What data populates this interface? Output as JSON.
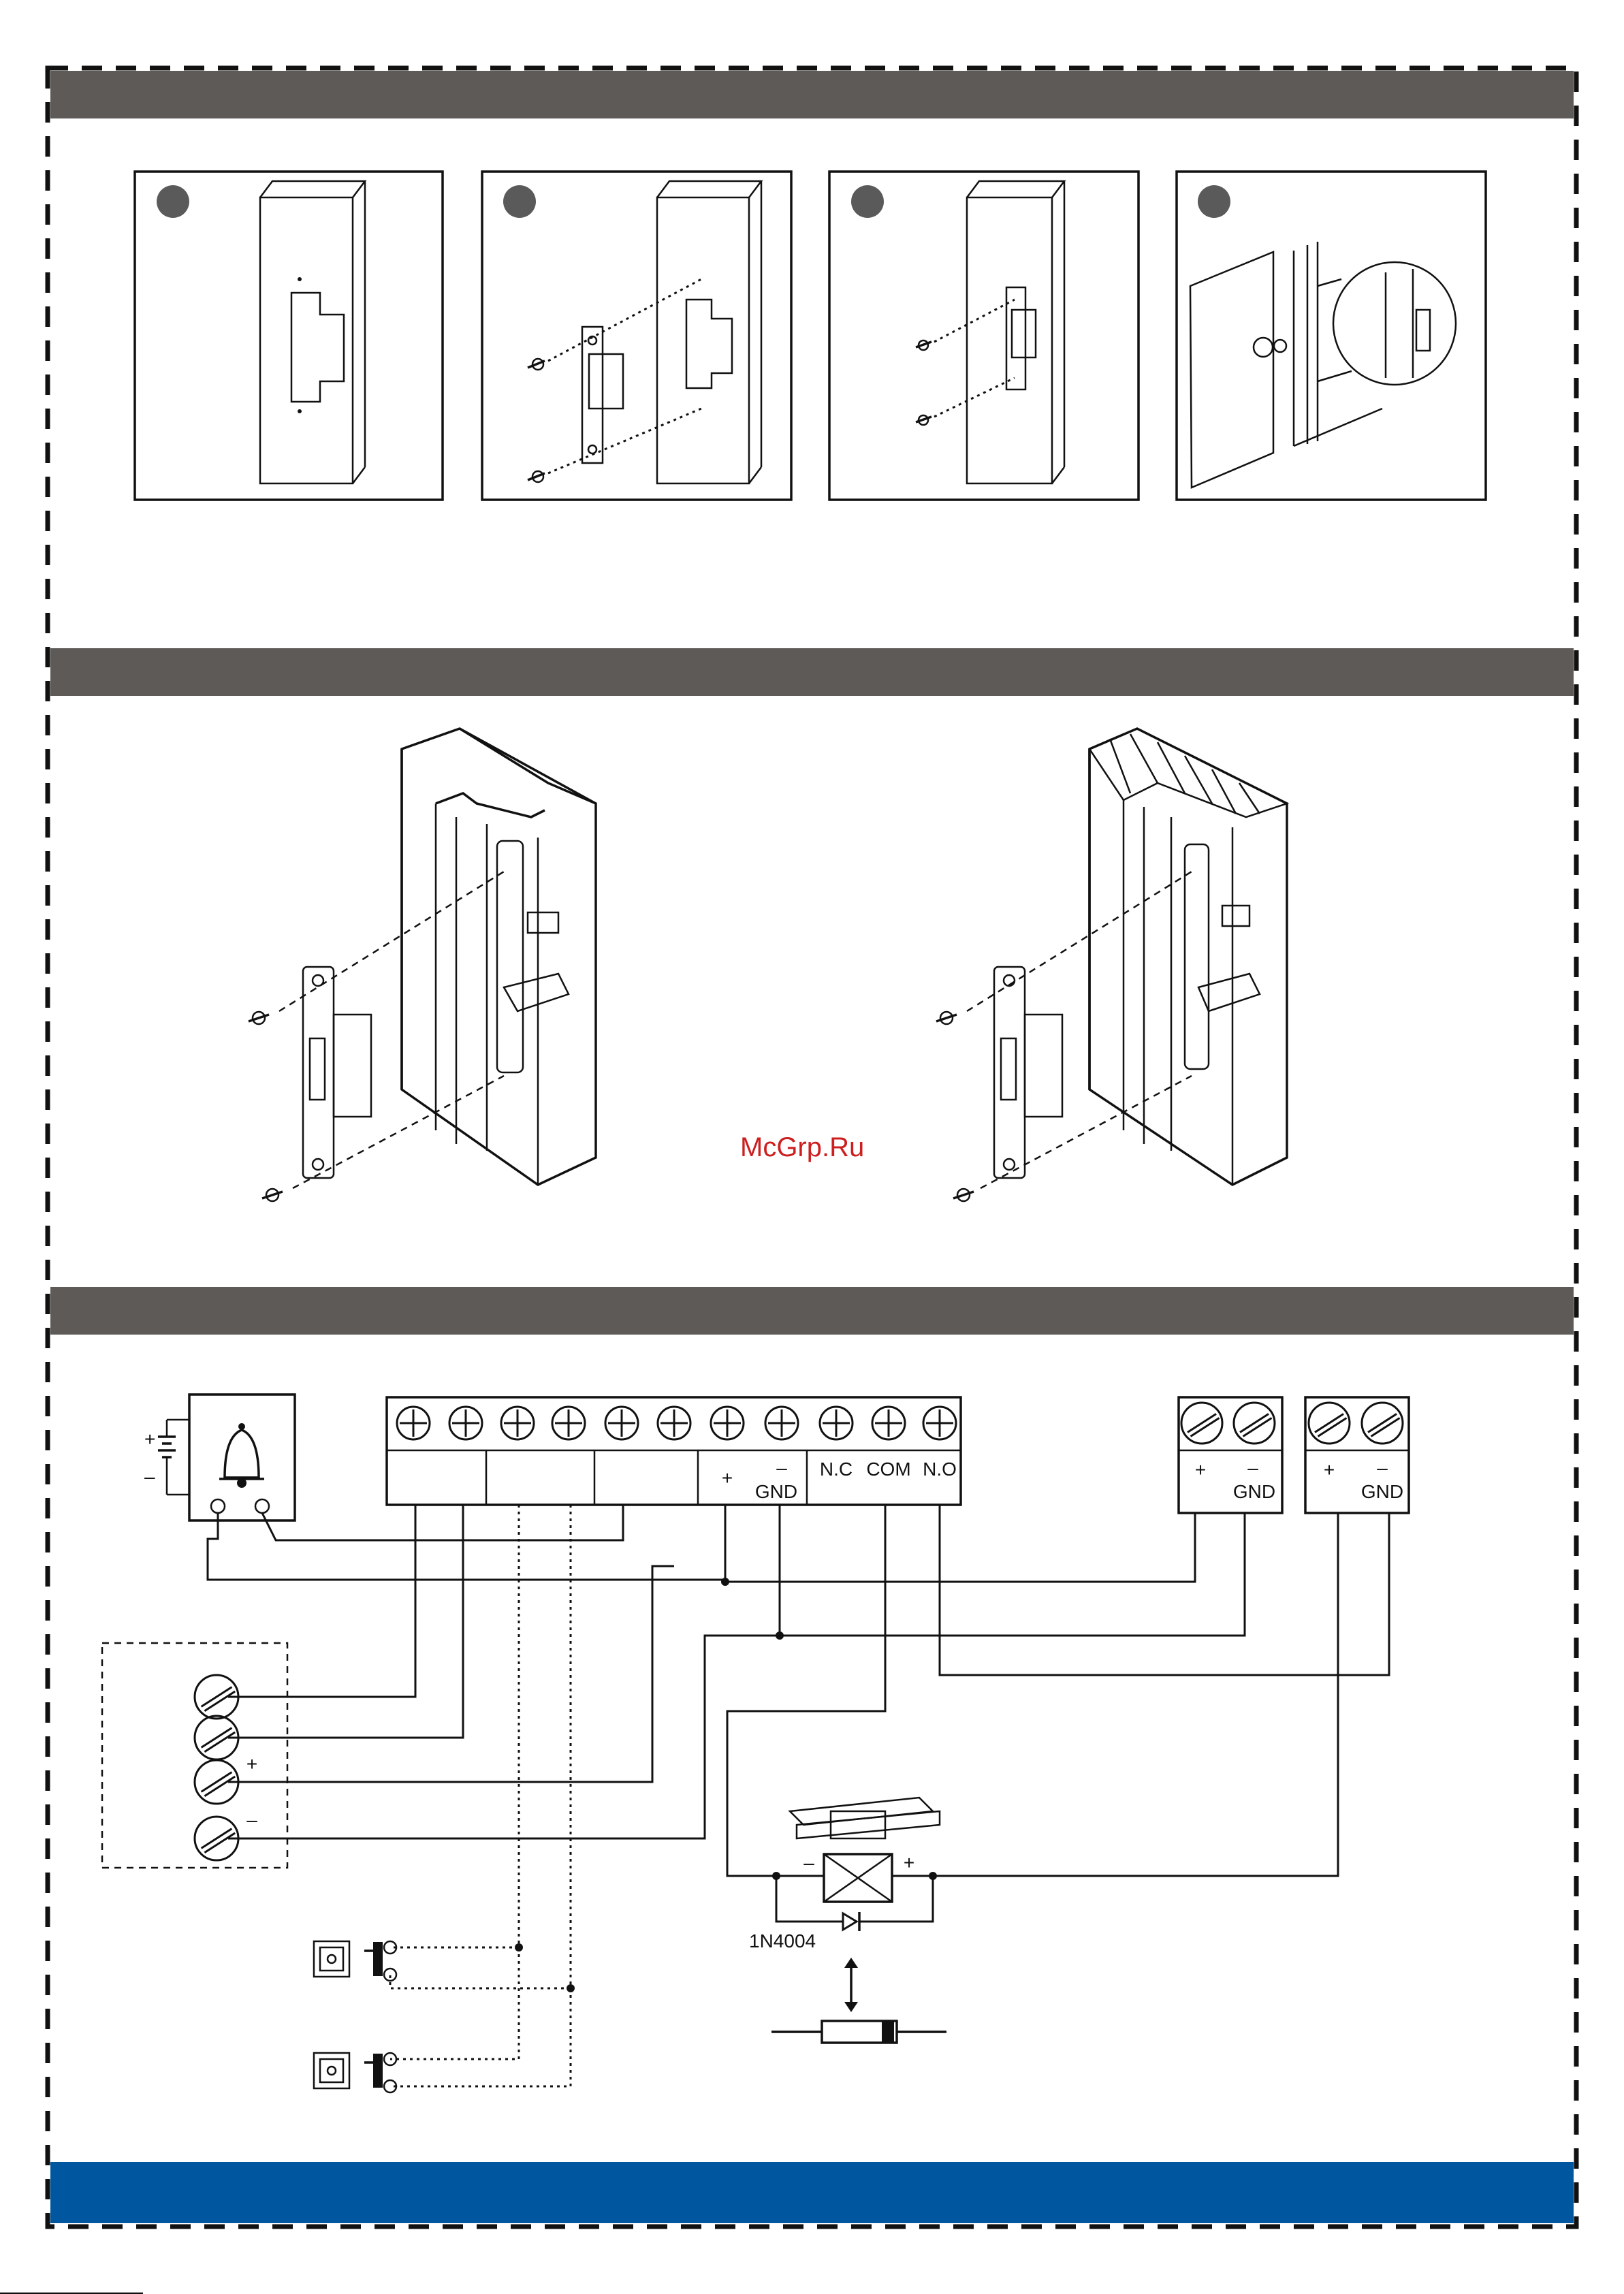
{
  "colors": {
    "header_bar": "#5e5a57",
    "footer_bar": "#0057a0",
    "step_badge": "#5a5a5a",
    "line": "#111111",
    "watermark": "#cc1f1f",
    "background": "#ffffff"
  },
  "watermark": "McGrp.Ru",
  "wiring": {
    "terminal_labels": {
      "plus": "+",
      "minus": "–",
      "gnd": "GND",
      "nc": "N.C",
      "com": "COM",
      "no": "N.O"
    },
    "psu_1": {
      "plus": "+",
      "minus": "–",
      "gnd": "GND"
    },
    "psu_2": {
      "plus": "+",
      "minus": "–",
      "gnd": "GND"
    },
    "reader": {
      "plus": "+",
      "minus": "–"
    },
    "lock_coil": {
      "minus": "–",
      "plus": "+"
    },
    "diode_label": "1N4004"
  }
}
